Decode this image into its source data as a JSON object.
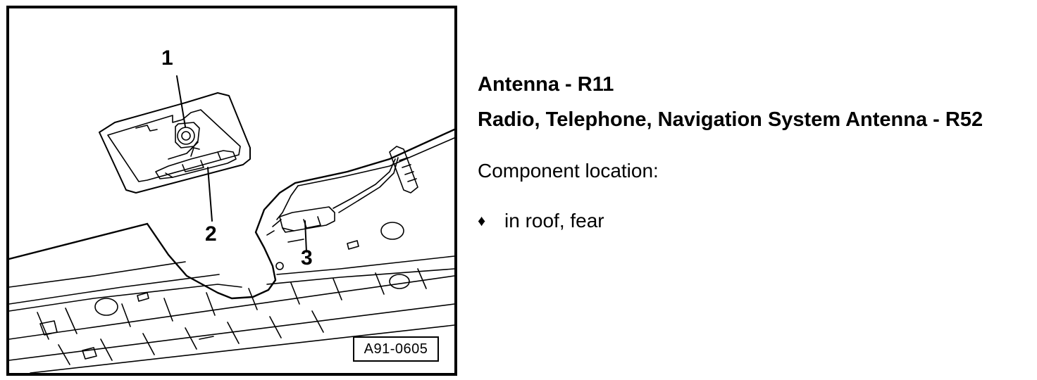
{
  "figure": {
    "callouts": [
      "1",
      "2",
      "3"
    ],
    "figure_id": "A91-0605"
  },
  "text": {
    "heading_1": "Antenna - R11",
    "heading_2": "Radio, Telephone, Navigation System Antenna - R52",
    "location_label": "Component location:",
    "bullet_symbol": "♦",
    "bullet_text": "in roof, fear"
  }
}
